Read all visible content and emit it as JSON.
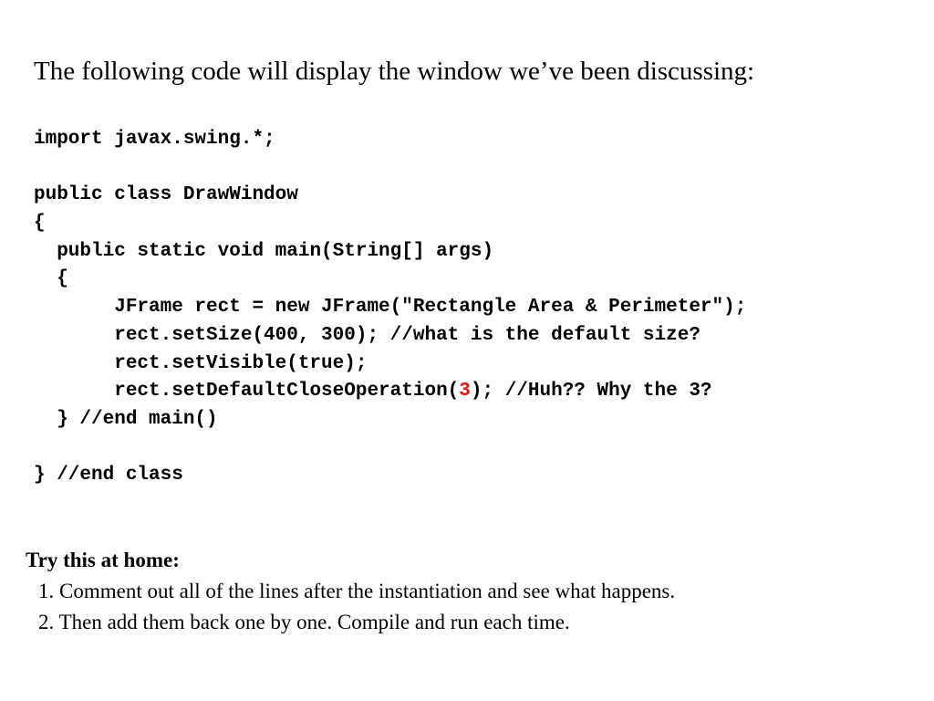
{
  "intro": "The following code will display the window we’ve been discussing:",
  "code": {
    "import": "import javax.swing.*;",
    "class_decl": "public class DrawWindow",
    "class_open": "{",
    "main_decl": "  public static void main(String[] args)",
    "main_open": "  {",
    "line_jframe": "       JFrame rect = new JFrame(\"Rectangle Area & Perimeter\");",
    "line_setsize": "       rect.setSize(400, 300); //what is the default size?",
    "line_setvisible": "       rect.setVisible(true);",
    "line_close_before": "       rect.setDefaultCloseOperation(",
    "line_close_value": "3",
    "line_close_after": "); //Huh?? Why the 3?",
    "main_close": "  } //end main()",
    "class_close": "} //end class"
  },
  "highlight_color": "#e8100c",
  "try_this": {
    "title": "Try this at home:",
    "steps": [
      "1. Comment out all of the lines after the instantiation and see what happens.",
      "2. Then add them back one by one. Compile and run each time."
    ]
  }
}
